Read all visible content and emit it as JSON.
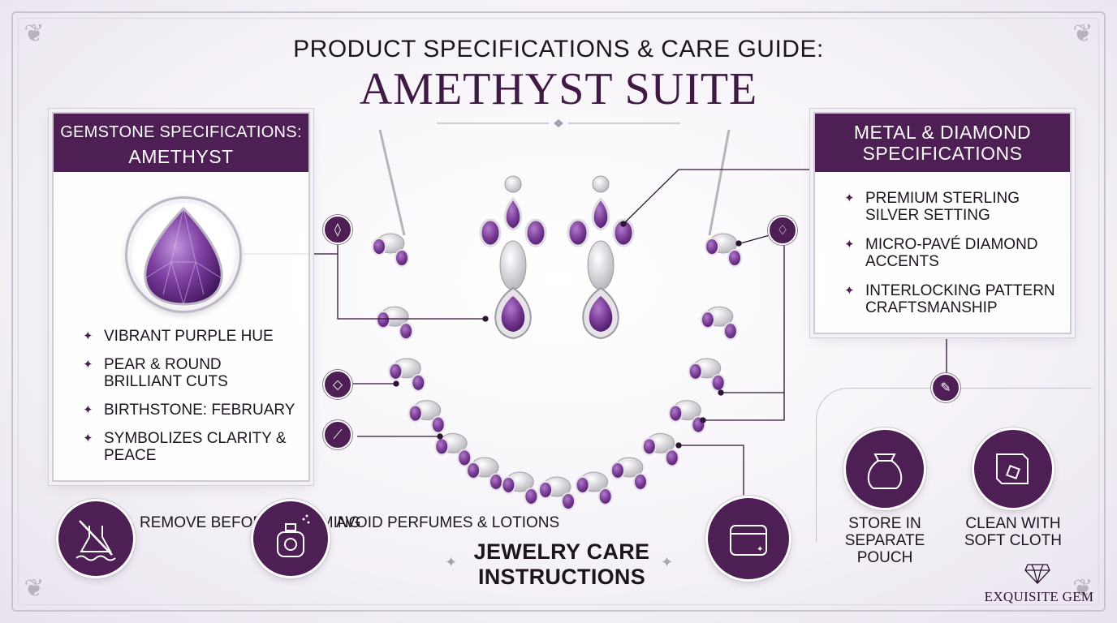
{
  "header": {
    "subtitle": "PRODUCT SPECIFICATIONS & CARE GUIDE:",
    "title": "AMETHYST SUITE"
  },
  "gemstone_panel": {
    "heading_line1": "GEMSTONE SPECIFICATIONS:",
    "heading_line2": "AMETHYST",
    "items": [
      "VIBRANT PURPLE HUE",
      "PEAR & ROUND BRILLIANT CUTS",
      "BIRTHSTONE: FEBRUARY",
      "SYMBOLIZES CLARITY & PEACE"
    ]
  },
  "metal_panel": {
    "heading_line1": "METAL & DIAMOND",
    "heading_line2": "SPECIFICATIONS",
    "items": [
      "PREMIUM STERLING SILVER SETTING",
      "MICRO-PAVÉ DIAMOND ACCENTS",
      "INTERLOCKING PATTERN CRAFTSMANSHIP"
    ]
  },
  "care": {
    "heading": "JEWELRY CARE INSTRUCTIONS",
    "items": [
      {
        "label": "REMOVE BEFORE SWIMMING",
        "icon": "no-swimming-icon"
      },
      {
        "label": "AVOID PERFUMES & LOTIONS",
        "icon": "perfume-icon"
      },
      {
        "label": "STORE IN SEPARATE POUCH",
        "icon": "pouch-icon"
      },
      {
        "label": "CLEAN WITH SOFT CLOTH",
        "icon": "cloth-icon"
      }
    ]
  },
  "brand": {
    "name": "EXQUISITE GEM"
  },
  "colors": {
    "primary": "#4e1f55",
    "amethyst": "#7a3c96",
    "silver": "#c9c6cc",
    "background": "#f6f3f8",
    "text": "#1e1420"
  }
}
